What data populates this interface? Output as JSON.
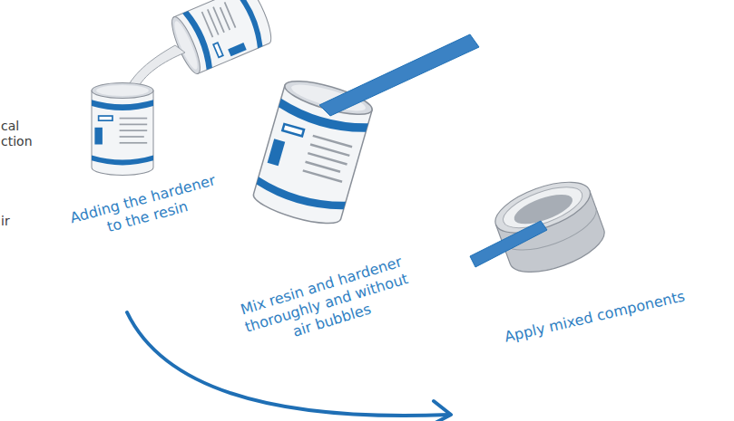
{
  "diagram": {
    "labels": [
      "cal",
      "ction",
      "ir",
      "Adding the hardener to the resin",
      "Mix resin and hardener thoroughly and without air bubbles",
      "Apply mixed components"
    ]
  }
}
